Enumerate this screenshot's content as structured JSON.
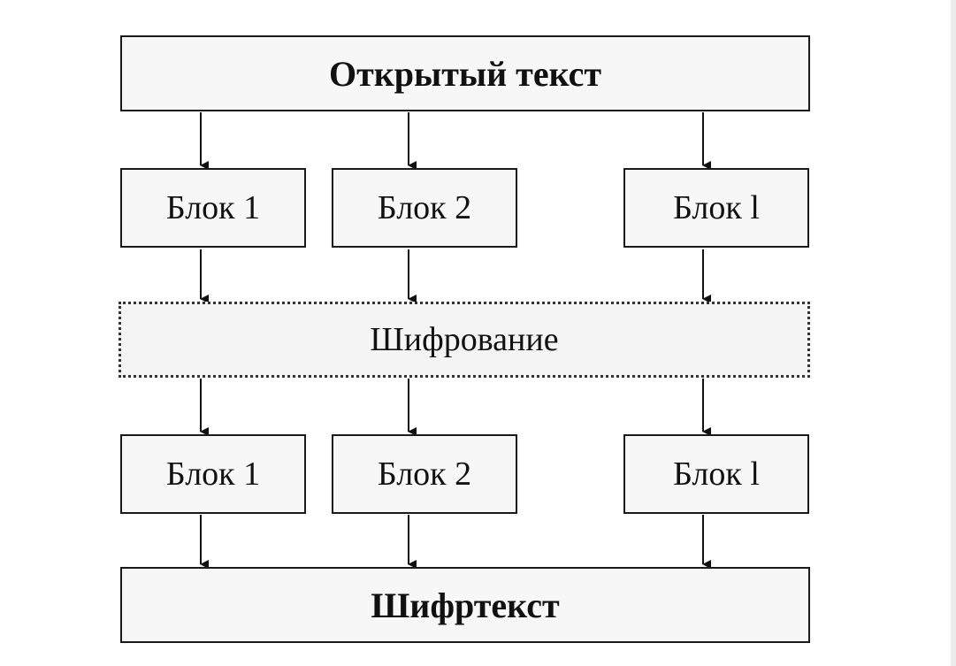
{
  "diagram": {
    "input_label": "Открытый текст",
    "plain_blocks": [
      {
        "label": "Блок 1"
      },
      {
        "label": "Блок 2"
      },
      {
        "label": "Блок l"
      }
    ],
    "process_label": "Шифрование",
    "cipher_blocks": [
      {
        "label": "Блок 1"
      },
      {
        "label": "Блок 2"
      },
      {
        "label": "Блок l"
      }
    ],
    "output_label": "Шифртекст"
  }
}
